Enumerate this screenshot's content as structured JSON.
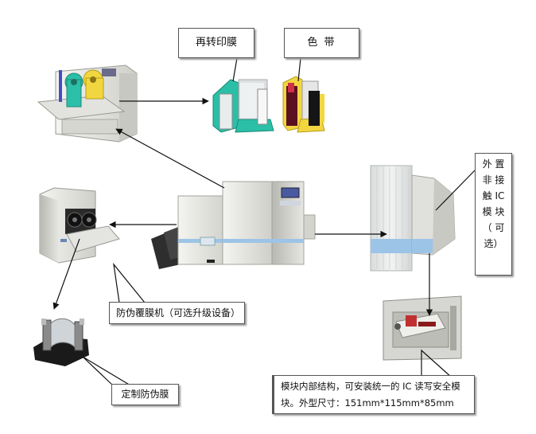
{
  "labels": {
    "retransfer_film": "再转印膜",
    "ribbon": "色 带",
    "ic_module_lines": [
      "外 置",
      "非 接",
      "触 IC",
      "模 块",
      "（ 可",
      "选）"
    ],
    "laminator": "防伪覆膜机（可选升级设备）",
    "custom_film": "定制防伪膜",
    "module_desc_line1": "模块内部结构，可安装统一的 IC 读写安全模",
    "module_desc_line2": "块。外型尺寸：151mm*115mm*85mm"
  },
  "colors": {
    "teal_part": "#2bbfa8",
    "yellow_part": "#f2d640",
    "accent_blue": "#9cc4e6",
    "machine_body": "#e8e8e4",
    "machine_shadow": "#bcbcb6",
    "callout_border": "#555555",
    "arrow": "#111111"
  }
}
